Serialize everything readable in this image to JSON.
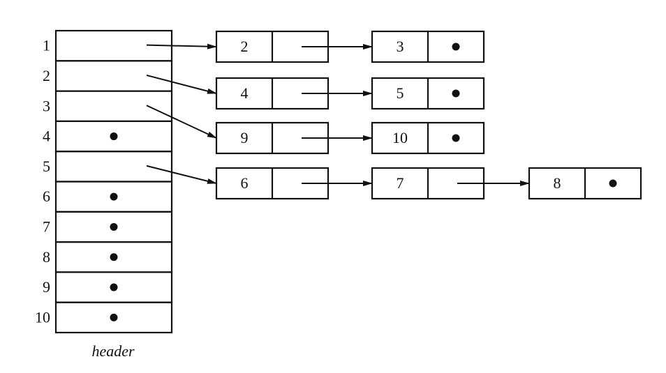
{
  "header": {
    "caption": "header",
    "rows": [
      {
        "index": "1",
        "has_list": true,
        "list": [
          "2",
          "3"
        ]
      },
      {
        "index": "2",
        "has_list": true,
        "list": [
          "4",
          "5"
        ]
      },
      {
        "index": "3",
        "has_list": true,
        "list": [
          "9",
          "10"
        ]
      },
      {
        "index": "4",
        "has_list": false,
        "list": []
      },
      {
        "index": "5",
        "has_list": true,
        "list": [
          "6",
          "7",
          "8"
        ]
      },
      {
        "index": "6",
        "has_list": false,
        "list": []
      },
      {
        "index": "7",
        "has_list": false,
        "list": []
      },
      {
        "index": "8",
        "has_list": false,
        "list": []
      },
      {
        "index": "9",
        "has_list": false,
        "list": []
      },
      {
        "index": "10",
        "has_list": false,
        "list": []
      }
    ]
  },
  "colors": {
    "ink": "#111111",
    "background": "#ffffff"
  }
}
